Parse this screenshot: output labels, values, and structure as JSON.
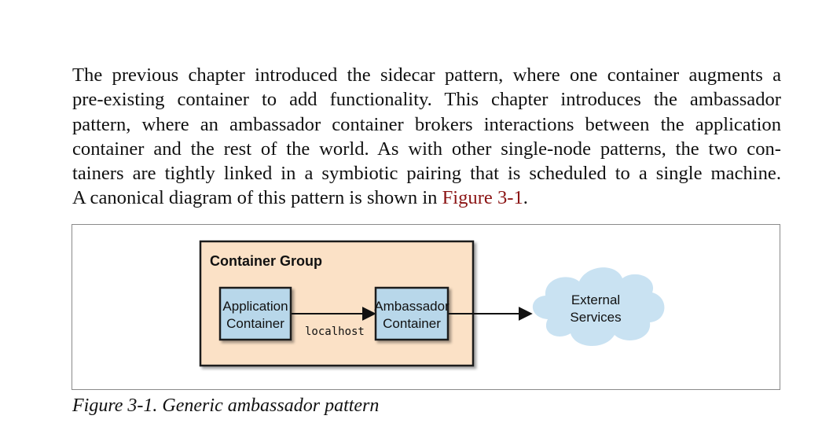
{
  "paragraph": {
    "lines": [
      "The previous chapter introduced the sidecar pattern, where one container augments a",
      "pre-existing container to add functionality. This chapter introduces the ambassador",
      "pattern, where an ambassador container brokers interactions between the application",
      "container and the rest of the world. As with other single-node patterns, the two con-",
      "tainers are tightly linked in a symbiotic pairing that is scheduled to a single machine."
    ],
    "last_line_before": "A canonical diagram of this pattern is shown in ",
    "figure_ref": "Figure 3-1",
    "last_line_after": "."
  },
  "figure": {
    "group_label": "Container Group",
    "app_container": [
      "Application",
      "Container"
    ],
    "ambassador_container": [
      "Ambassador",
      "Container"
    ],
    "link_label": "localhost",
    "external": [
      "External",
      "Services"
    ],
    "colors": {
      "group_fill": "#fbe1c6",
      "container_fill": "#b8d7ea",
      "cloud_fill": "#c9e2f2",
      "stroke": "#1f1f1f",
      "link_color": "#8b1414"
    }
  },
  "caption": "Figure 3-1. Generic ambassador pattern"
}
